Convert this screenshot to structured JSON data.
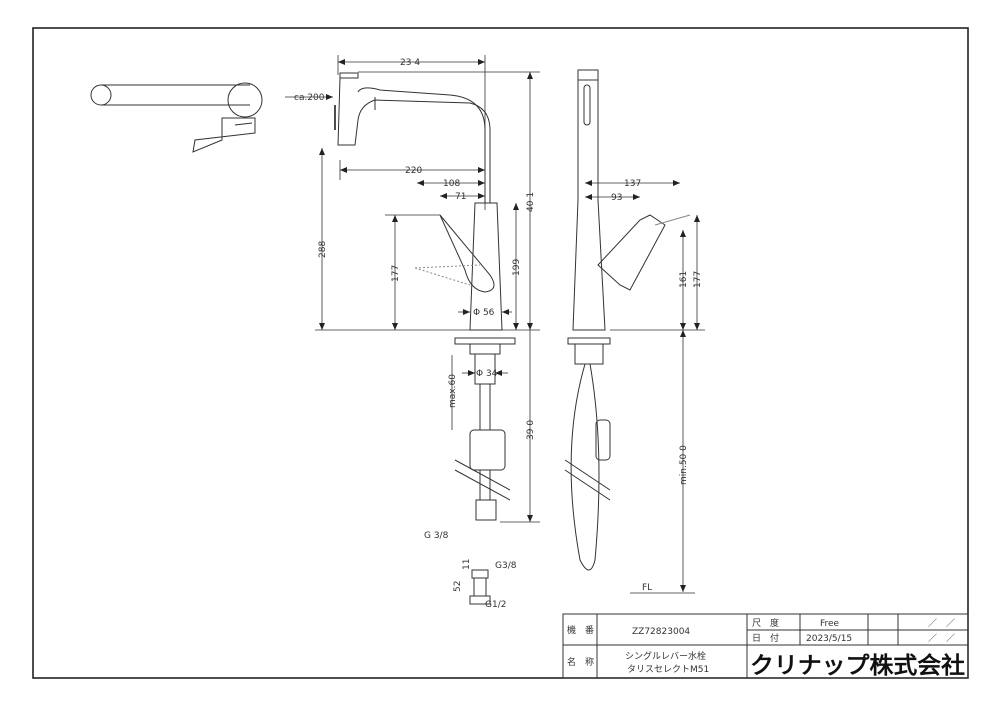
{
  "dimensions": {
    "width_234": "23 4",
    "ca200": "ca.200",
    "d220": "220",
    "d108": "108",
    "d71": "71",
    "d288": "288",
    "d177_front": "177",
    "d199": "199",
    "d401": "40 1",
    "phi56": "Φ 56",
    "max60": "max.60",
    "phi34": "Φ 34",
    "d390": "39 0",
    "g38": "G 3/8",
    "d11": "11",
    "g38_small": "G3/8",
    "d52": "52",
    "g12": "G1/2",
    "d137": "137",
    "d93": "93",
    "d161": "161",
    "d177_side": "177",
    "min500": "min.50 0",
    "fl": "FL"
  },
  "title_block": {
    "model_label": "機　番",
    "model_value": "ZZ72823004",
    "scale_label": "尺　度",
    "scale_value": "Free",
    "date_label": "日　付",
    "date_value": "2023/5/15",
    "slash1": "／　／",
    "slash2": "／　／",
    "name_label": "名　称",
    "name_line1": "シングルレバー水栓",
    "name_line2": "タリスセレクトM51",
    "company": "クリナップ株式会社"
  }
}
